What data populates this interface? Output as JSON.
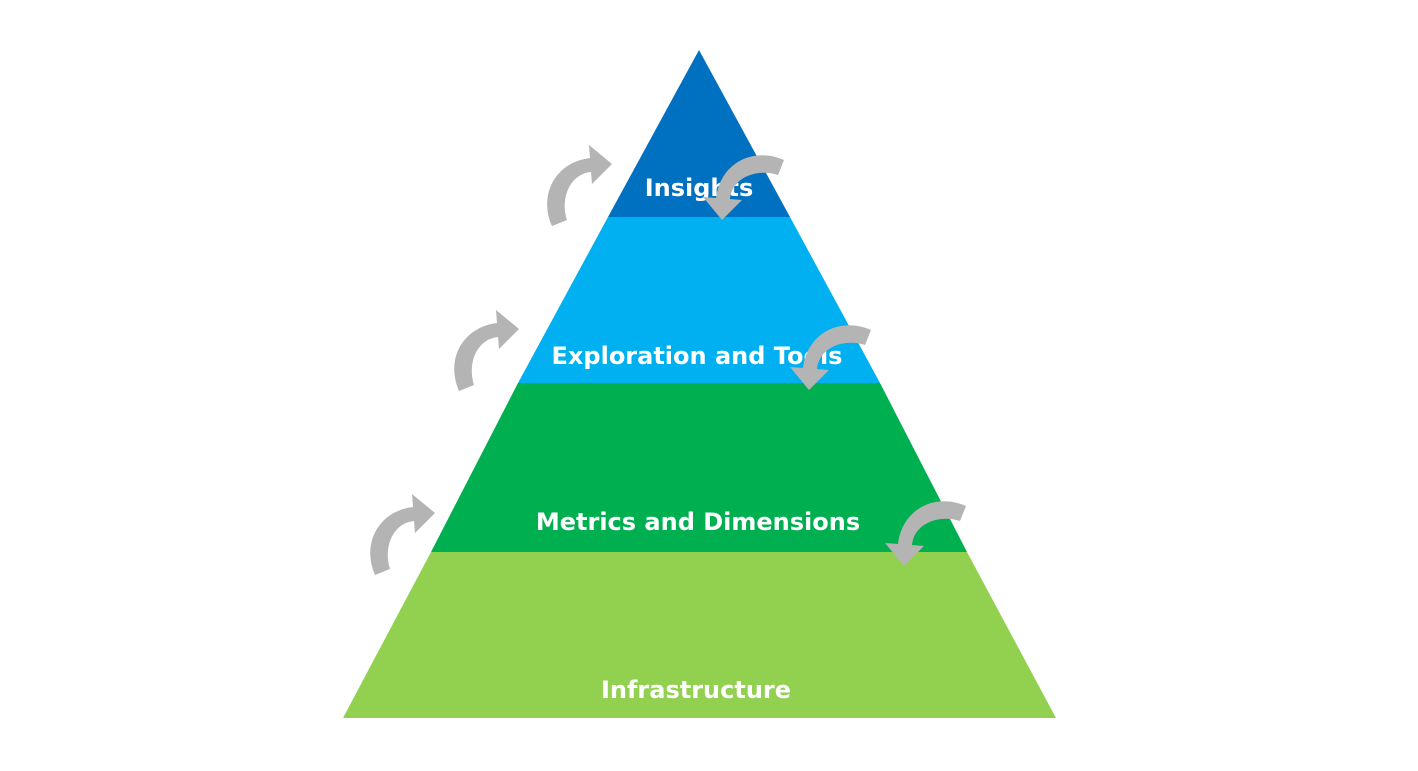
{
  "pyramid": {
    "tiers": [
      {
        "label": "Insights",
        "color": "#0070c0"
      },
      {
        "label": "Exploration and Tools",
        "color": "#00b0f0"
      },
      {
        "label": "Metrics and Dimensions",
        "color": "#00b050"
      },
      {
        "label": "Infrastructure",
        "color": "#92d050"
      }
    ]
  },
  "cycle_arrows": {
    "color": "#b4b4b4",
    "icon": "curved-arrow-icon"
  }
}
